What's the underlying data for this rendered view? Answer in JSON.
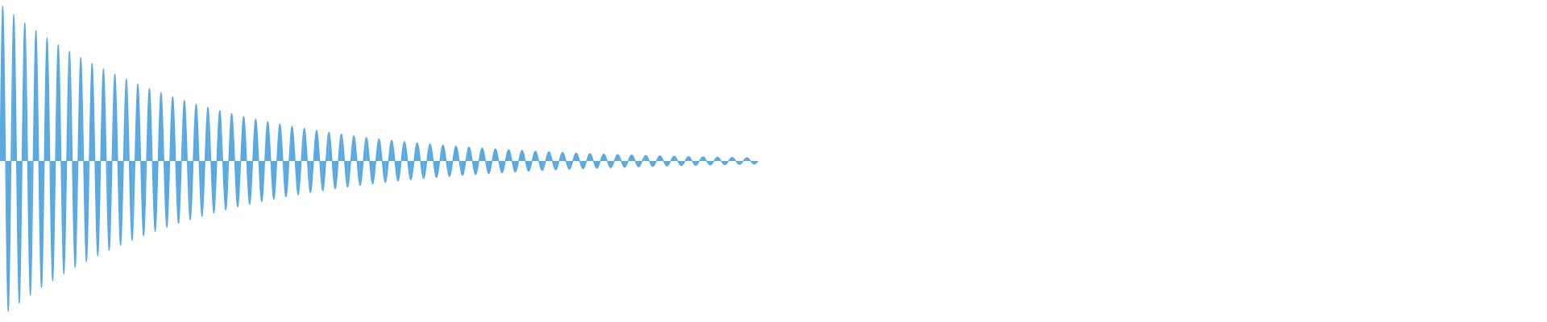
{
  "waveform": {
    "color": "#5aa9e0",
    "background": "#ffffff",
    "cycles": 60,
    "decay_profile": "exponential",
    "peak_amplitude": 1.0,
    "end_amplitude": 0.02,
    "duration_fraction_of_view": 0.49
  }
}
